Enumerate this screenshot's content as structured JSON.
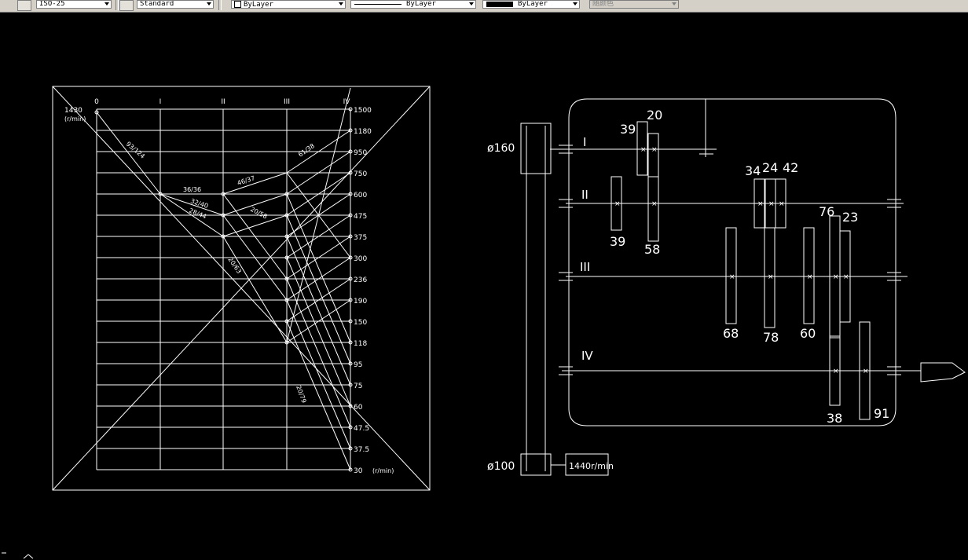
{
  "toolbar": {
    "dimstyle": "ISO-25",
    "textstyle": "Standard",
    "layer": "ByLayer",
    "linetype": "ByLayer",
    "lineweight": "ByLayer",
    "plotstyle": "随颜色"
  },
  "speed_chart": {
    "input_speed": "1430",
    "input_unit": "(r/min)",
    "shafts": [
      "0",
      "I",
      "II",
      "III",
      "IV"
    ],
    "speeds": [
      "1500",
      "1180",
      "950",
      "750",
      "600",
      "475",
      "375",
      "300",
      "236",
      "190",
      "150",
      "118",
      "95",
      "75",
      "60",
      "47.5",
      "37.5",
      "30"
    ],
    "output_unit": "(r/min)",
    "ratios": [
      "93/124",
      "36/36",
      "32/40",
      "28/44",
      "46/37",
      "20/58",
      "20/63",
      "61/38",
      "20/79"
    ]
  },
  "transmission": {
    "shafts": [
      "I",
      "II",
      "III",
      "IV"
    ],
    "pulley_large": "ø160",
    "pulley_small": "ø100",
    "motor_speed": "1440r/min",
    "gear_labels": {
      "g39a": "39",
      "g20": "20",
      "g39b": "39",
      "g58": "58",
      "g34": "34",
      "g24": "24",
      "g42": "42",
      "g76": "76",
      "g23": "23",
      "g68": "68",
      "g78": "78",
      "g60": "60",
      "g38": "38",
      "g91": "91"
    }
  }
}
